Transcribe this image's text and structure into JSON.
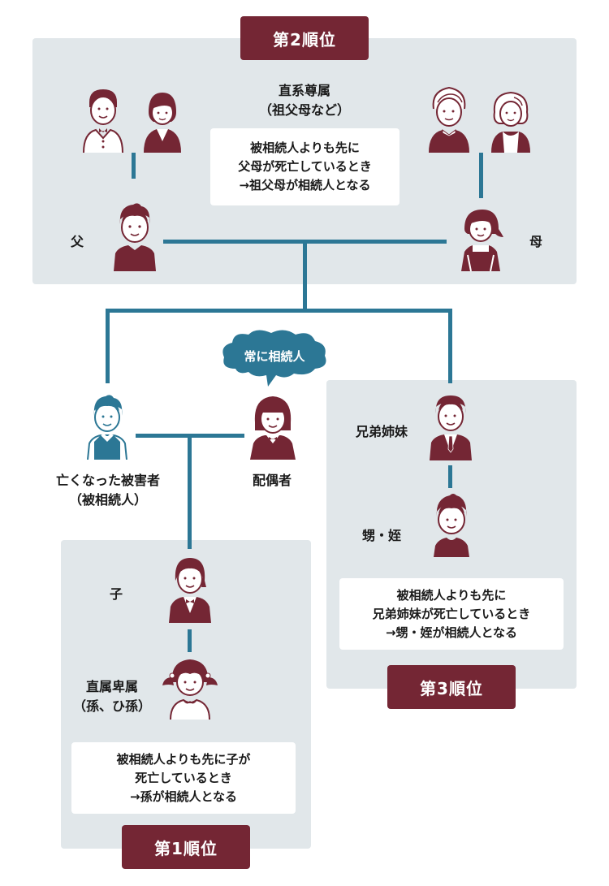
{
  "colors": {
    "accent_maroon": "#742634",
    "connector_teal": "#2c7795",
    "panel_bg": "#e1e7ea",
    "note_bg": "#ffffff"
  },
  "rank2": {
    "badge": "第2順位",
    "ascendants_label_line1": "直系尊属",
    "ascendants_label_line2": "（祖父母など）",
    "note_line1": "被相続人よりも先に",
    "note_line2": "父母が死亡しているとき",
    "note_line3": "→祖父母が相続人となる",
    "father_label": "父",
    "mother_label": "母"
  },
  "center": {
    "deceased_label_line1": "亡くなった被害者",
    "deceased_label_line2": "（被相続人）",
    "spouse_label": "配偶者",
    "spouse_bubble": "常に相続人"
  },
  "rank1": {
    "badge": "第1順位",
    "child_label": "子",
    "descendants_label_line1": "直属卑属",
    "descendants_label_line2": "（孫、ひ孫）",
    "note_line1": "被相続人よりも先に子が",
    "note_line2": "死亡しているとき",
    "note_line3": "→孫が相続人となる"
  },
  "rank3": {
    "badge": "第3順位",
    "siblings_label": "兄弟姉妹",
    "nephews_label": "甥・姪",
    "note_line1": "被相続人よりも先に",
    "note_line2": "兄弟姉妹が死亡しているとき",
    "note_line3": "→甥・姪が相続人となる"
  },
  "icons": {
    "grandfather_left": "person-grandfather-icon",
    "grandmother_left": "person-grandmother-icon",
    "grandfather_right": "person-elderly-man-icon",
    "grandmother_right": "person-elderly-woman-icon",
    "father": "person-man-icon",
    "mother": "person-woman-apron-icon",
    "deceased": "person-deceased-icon",
    "spouse": "person-spouse-icon",
    "child": "person-child-icon",
    "grandchild": "person-grandchild-icon",
    "sibling": "person-sibling-icon",
    "nephew": "person-nephew-icon",
    "bubble": "speech-bubble-icon"
  }
}
